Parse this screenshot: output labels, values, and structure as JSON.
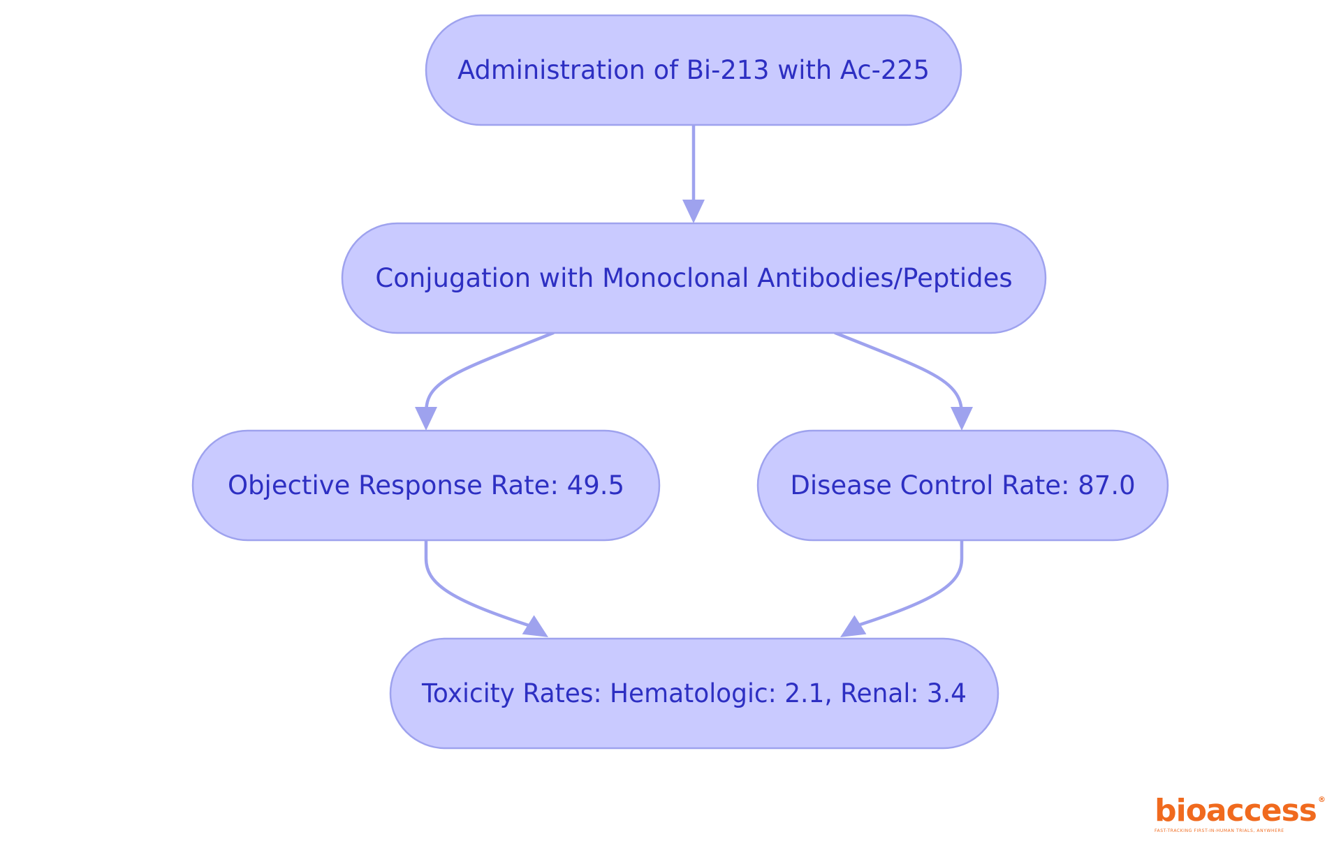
{
  "colors": {
    "node_fill": "#c9caff",
    "node_stroke": "#9ea2ee",
    "node_text": "#2d2fc2",
    "edge": "#9ea2ee",
    "logo": "#f06a1e"
  },
  "nodes": [
    {
      "id": "administration",
      "label": "Administration of Bi-213 with Ac-225"
    },
    {
      "id": "conjugation",
      "label": "Conjugation with Monoclonal Antibodies/Peptides"
    },
    {
      "id": "orr",
      "label": "Objective Response Rate: 49.5"
    },
    {
      "id": "dcr",
      "label": "Disease Control Rate: 87.0"
    },
    {
      "id": "toxicity",
      "label": "Toxicity Rates: Hematologic: 2.1, Renal: 3.4"
    }
  ],
  "edges": [
    {
      "from": "administration",
      "to": "conjugation"
    },
    {
      "from": "conjugation",
      "to": "orr"
    },
    {
      "from": "conjugation",
      "to": "dcr"
    },
    {
      "from": "orr",
      "to": "toxicity"
    },
    {
      "from": "dcr",
      "to": "toxicity"
    }
  ],
  "logo": {
    "name": "bioaccess",
    "registered": "®",
    "tagline": "FAST-TRACKING FIRST-IN-HUMAN TRIALS, ANYWHERE"
  }
}
